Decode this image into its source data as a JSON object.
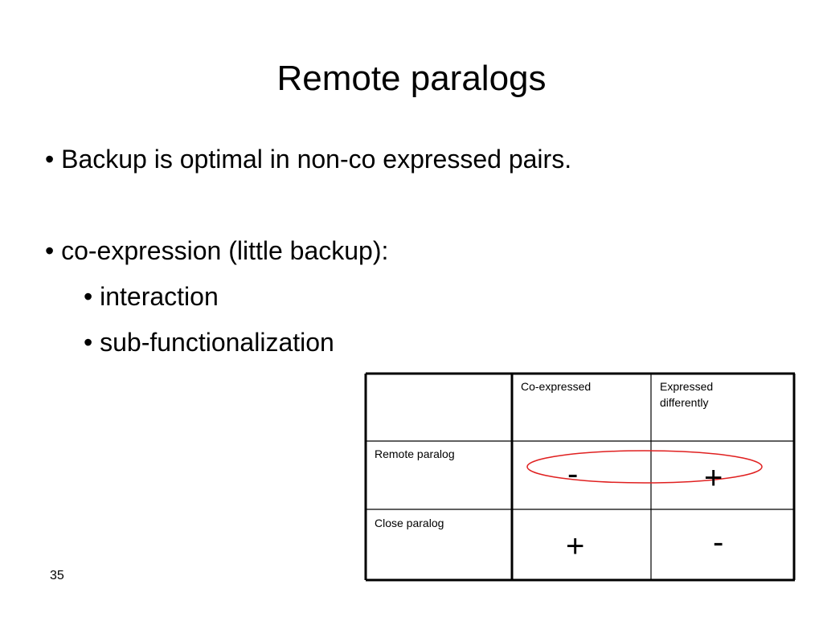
{
  "slide": {
    "title": "Remote paralogs",
    "bullets": [
      "• Backup is optimal in non-co expressed pairs.",
      "• co-expression (little backup):",
      "• interaction",
      "• sub-functionalization"
    ],
    "page_number": "35"
  },
  "table": {
    "headers": [
      "",
      "Co-expressed",
      "Expressed differently"
    ],
    "rows": [
      {
        "label": "Remote paralog",
        "co_expressed": "-",
        "expressed_differently": "+"
      },
      {
        "label": "Close paralog",
        "co_expressed": "+",
        "expressed_differently": "-"
      }
    ]
  },
  "colors": {
    "highlight_ellipse": "#e02020",
    "table_border": "#000000"
  }
}
